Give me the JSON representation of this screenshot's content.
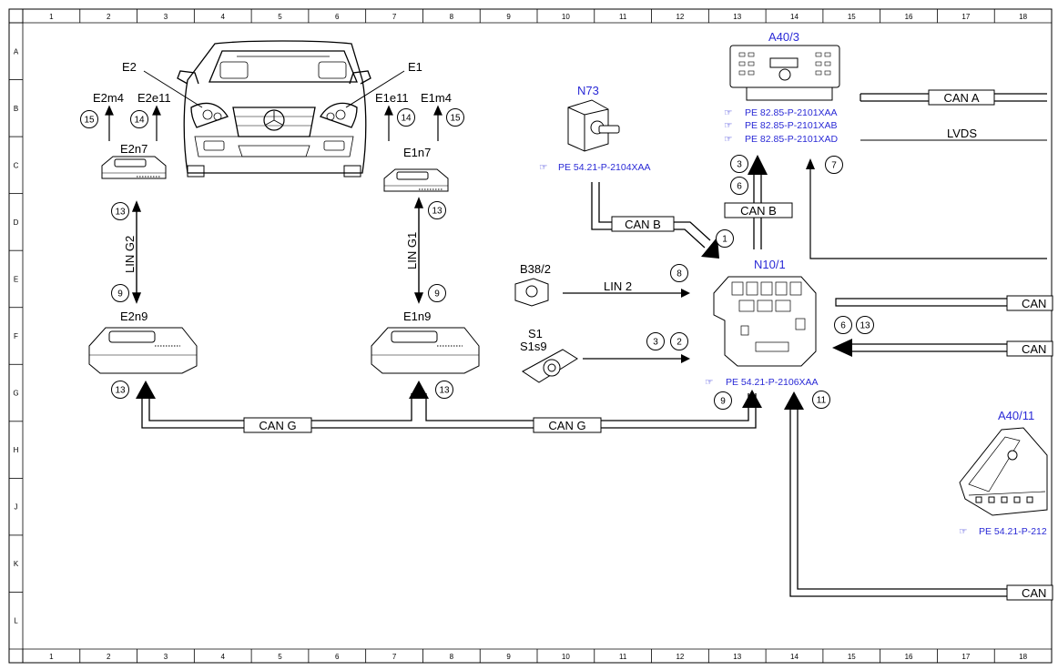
{
  "grid": {
    "columns": [
      "1",
      "2",
      "3",
      "4",
      "5",
      "6",
      "7",
      "8",
      "9",
      "10",
      "11",
      "12",
      "13",
      "14",
      "15",
      "16",
      "17",
      "18"
    ],
    "rows": [
      "A",
      "B",
      "C",
      "D",
      "E",
      "F",
      "G",
      "H",
      "J",
      "K",
      "L"
    ]
  },
  "components": {
    "e2": "E2",
    "e1": "E1",
    "e2m4": "E2m4",
    "e2e11": "E2e11",
    "e1e11": "E1e11",
    "e1m4": "E1m4",
    "e2n7": "E2n7",
    "e1n7": "E1n7",
    "e2n9": "E2n9",
    "e1n9": "E1n9",
    "n73": "N73",
    "b38_2": "B38/2",
    "s1": "S1",
    "s1s9": "S1s9",
    "a40_3": "A40/3",
    "n10_1": "N10/1",
    "a40_11": "A40/11"
  },
  "buses": {
    "lin_g2": "LIN G2",
    "lin_g1": "LIN G1",
    "lin2": "LIN 2",
    "can_g": "CAN G",
    "can_b": "CAN B",
    "can_a": "CAN A",
    "lvds": "LVDS",
    "can": "CAN"
  },
  "references": {
    "n73": "PE 54.21-P-2104XAA",
    "a40_3_1": "PE 82.85-P-2101XAA",
    "a40_3_2": "PE 82.85-P-2101XAB",
    "a40_3_3": "PE 82.85-P-2101XAD",
    "n10_1": "PE 54.21-P-2106XAA",
    "a40_11": "PE 54.21-P-212"
  },
  "callouts": {
    "c15": "15",
    "c14": "14",
    "c13": "13",
    "c9": "9",
    "c8": "8",
    "c7": "7",
    "c6": "6",
    "c3": "3",
    "c2": "2",
    "c1": "1",
    "c11": "11"
  },
  "colors": {
    "ref_text": "#2a2ad6",
    "line": "#000000"
  }
}
